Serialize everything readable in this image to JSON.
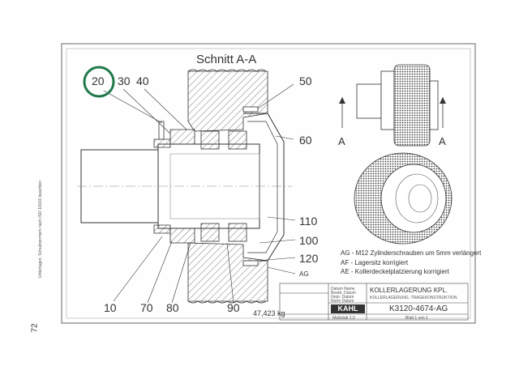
{
  "sheet": {
    "section_title": "Schnitt A-A",
    "view_label_left": "A",
    "view_label_right": "A",
    "weight": "47,423 kg",
    "page_number": "72",
    "side_note": "Unterlagen, Schutzvermerk nach ISO 16016 beachten"
  },
  "callouts": {
    "top": [
      "20",
      "30",
      "40"
    ],
    "right": [
      "50",
      "60",
      "110",
      "100",
      "120",
      "AG"
    ],
    "bottom": [
      "10",
      "70",
      "80",
      "90"
    ],
    "highlight_color": "#1f7a4a"
  },
  "notes": [
    "AG - M12 Zylinderschrauben um 5mm verlängert",
    "AF - Lagersitz korrigiert",
    "AE - Kollerdeckelplatzierung korrigiert"
  ],
  "title_block": {
    "logo": "KAHL",
    "title_line1": "KOLLERLAGERUNG KPL.",
    "title_line2": "KOLLERLAGERUNG, TRAGEKONSTRUKTION",
    "drawing_number": "K3120-4674-AG",
    "revision_rows": [
      "Datum  Name",
      "Bearb.  Datum",
      "Gepr.  Datum",
      "Norm  Datum"
    ],
    "footer_left": "Maßstab 1:2",
    "footer_right": "Blatt 1 von 1"
  }
}
